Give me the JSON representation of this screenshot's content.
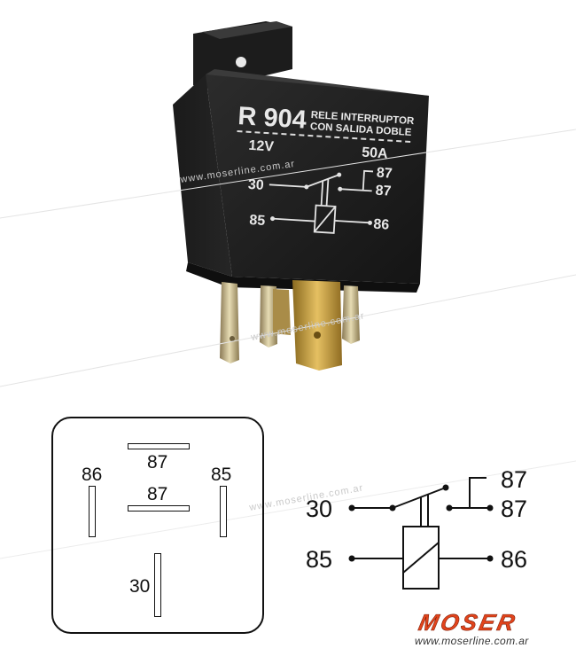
{
  "relay": {
    "model": "R 904",
    "description_line1": "RELE INTERRUPTOR",
    "description_line2": "CON SALIDA DOBLE",
    "voltage": "12V",
    "current": "50A",
    "terminals": {
      "t87a": "87",
      "t87b": "87",
      "t30": "30",
      "t85": "85",
      "t86": "86"
    }
  },
  "watermark": "www.moserline.com.ar",
  "pinout": {
    "top_87": "87",
    "mid_87": "87",
    "left_86": "86",
    "right_85": "85",
    "bottom_30": "30"
  },
  "schematic": {
    "t87_top": "87",
    "t87_bottom": "87",
    "t30": "30",
    "t85": "85",
    "t86": "86"
  },
  "brand": {
    "name": "MOSER",
    "url": "www.moserline.com.ar",
    "color": "#e2441c"
  }
}
